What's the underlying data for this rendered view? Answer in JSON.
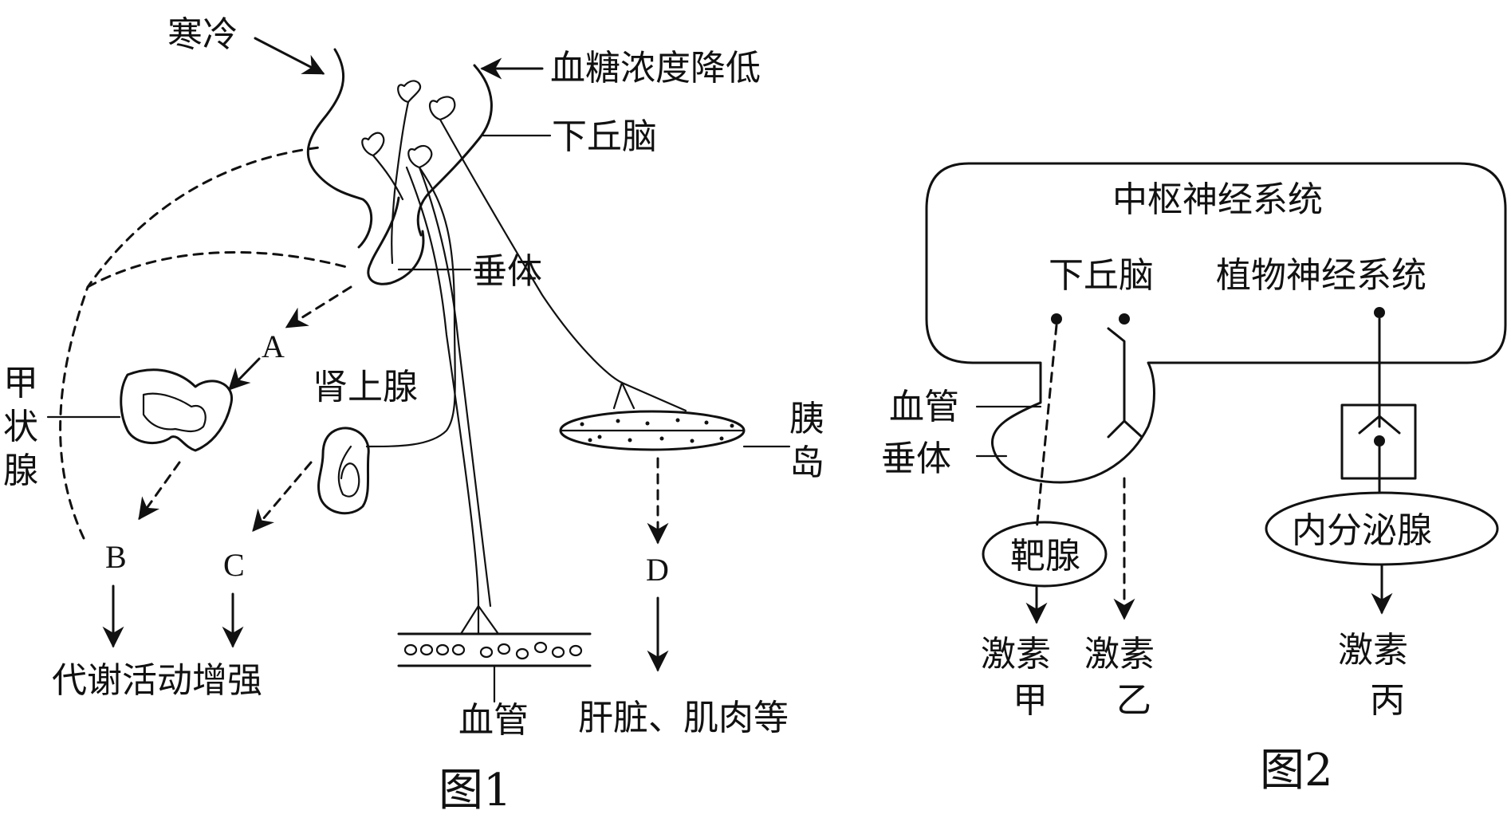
{
  "figure1": {
    "caption": "图1",
    "labels": {
      "cold": "寒冷",
      "blood_sugar_drop": "血糖浓度降低",
      "hypothalamus": "下丘脑",
      "pituitary": "垂体",
      "thyroid": "甲状腺",
      "adrenal": "肾上腺",
      "islet_1": "胰",
      "islet_2": "岛",
      "blood_vessel": "血管",
      "liver_muscle": "肝脏、肌肉等",
      "metabolism": "代谢活动增强"
    },
    "letters": {
      "A": "A",
      "B": "B",
      "C": "C",
      "D": "D"
    }
  },
  "figure2": {
    "caption": "图2",
    "labels": {
      "cns": "中枢神经系统",
      "hypothalamus": "下丘脑",
      "ans": "植物神经系统",
      "blood_vessel": "血管",
      "pituitary": "垂体",
      "target_gland": "靶腺",
      "endocrine_gland": "内分泌腺",
      "hormone_jia": "激素",
      "hormone_jia_suffix": "甲",
      "hormone_yi": "激素",
      "hormone_yi_suffix": "乙",
      "hormone_bing": "激素",
      "hormone_bing_suffix": "丙"
    }
  }
}
